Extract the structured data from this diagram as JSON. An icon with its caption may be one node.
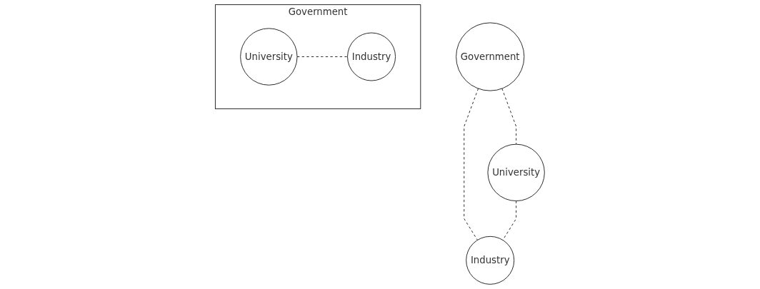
{
  "diagram": {
    "nodes": [
      {
        "text": [
          "Government"
        ]
      },
      {
        "text": [
          "University"
        ],
        "in": 0
      },
      {
        "text": [
          "Industry"
        ],
        "in": 0
      },
      {
        "text": [
          "Government"
        ]
      },
      {
        "text": [
          "University"
        ]
      },
      {
        "text": [
          "Industry"
        ]
      }
    ],
    "edges": [
      {
        "from": 1,
        "to": 2,
        "arrow": "none",
        "style": "dashed"
      },
      {
        "from": 3,
        "to": 4,
        "arrow": "none",
        "style": "dashed"
      },
      {
        "from": 3,
        "to": 5,
        "arrow": "none",
        "style": "dashed"
      },
      {
        "from": 4,
        "to": 5,
        "arrow": "none",
        "style": "dashed"
      }
    ]
  }
}
